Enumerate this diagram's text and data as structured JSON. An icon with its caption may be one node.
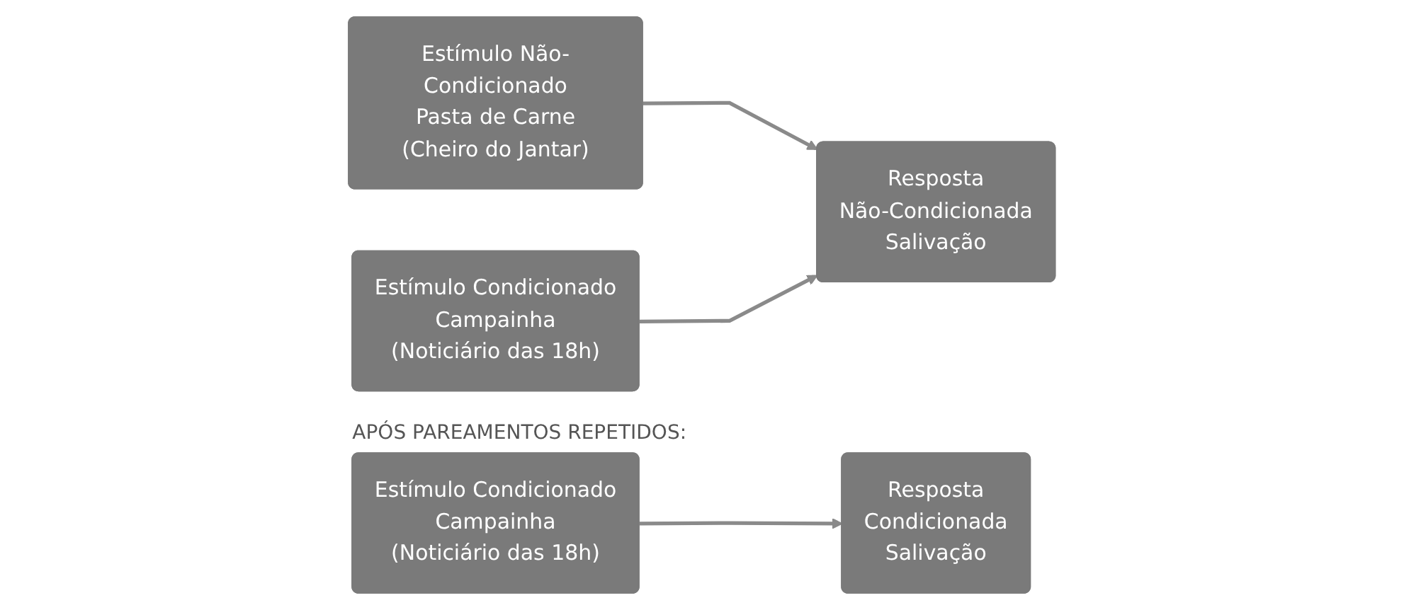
{
  "diagram": {
    "nodes": [
      {
        "text": [
          "Estímulo Não-Condicionado",
          "Pasta de Carne",
          "(Cheiro do Jantar)"
        ]
      },
      {
        "text": [
          "Estímulo Condicionado",
          "Campainha",
          "(Noticiário das 18h)"
        ]
      },
      {
        "text": [
          "Resposta",
          "Não-Condicionada",
          "Salivação"
        ]
      },
      {
        "text": [
          "Estímulo Condicionado",
          "Campainha",
          "(Noticiário das 18h)"
        ]
      },
      {
        "text": [
          "Resposta",
          "Condicionada",
          "Salivação"
        ]
      }
    ],
    "edges": [
      {
        "from": 0,
        "to": 2,
        "arrow": "to"
      },
      {
        "from": 1,
        "to": 2,
        "arrow": "to"
      },
      {
        "from": 3,
        "to": 4,
        "arrow": "to"
      }
    ],
    "labels": [
      "APÓS PAREAMENTOS REPETIDOS:"
    ]
  }
}
